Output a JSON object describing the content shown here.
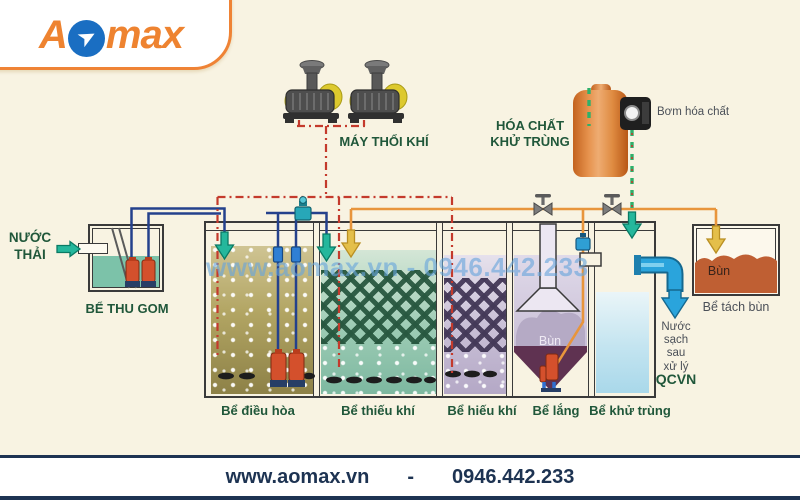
{
  "logo": {
    "part1": "A",
    "part2": "max",
    "swoosh_glyph": "➤"
  },
  "labels": {
    "influent": "NƯỚC\nTHẢI",
    "collection": "BỂ THU GOM",
    "blower": "MÁY THỔI KHÍ",
    "chemical": "HÓA CHẤT\nKHỬ TRÙNG",
    "chemical_pump": "Bơm hóa chất",
    "sludge_settling": "Bùn",
    "sludge_separated": "Bùn",
    "separator_tank": "Bể tách bùn",
    "effluent": "Nước\nsạch\nsau\nxử lý",
    "standard": "QCVN"
  },
  "tanks": [
    {
      "label": "Bể điều hòa"
    },
    {
      "label": "Bể thiếu khí"
    },
    {
      "label": "Bể hiếu khí"
    },
    {
      "label": "Bể lắng"
    },
    {
      "label": "Bể khử trùng"
    }
  ],
  "watermark": "www.aomax.vn - 0946.442.233",
  "footer": {
    "website": "www.aomax.vn",
    "separator": "-",
    "phone": "0946.442.233"
  },
  "colors": {
    "brand_orange": "#ee8330",
    "brand_blue": "#1a6ec2",
    "label_green": "#20573a",
    "footer_navy": "#1d3352",
    "air_line_red": "#c43a2c",
    "sludge_line_orange": "#e8953c",
    "chemical_line_green": "#2eb06a",
    "water_line_blue": "#24418c"
  }
}
